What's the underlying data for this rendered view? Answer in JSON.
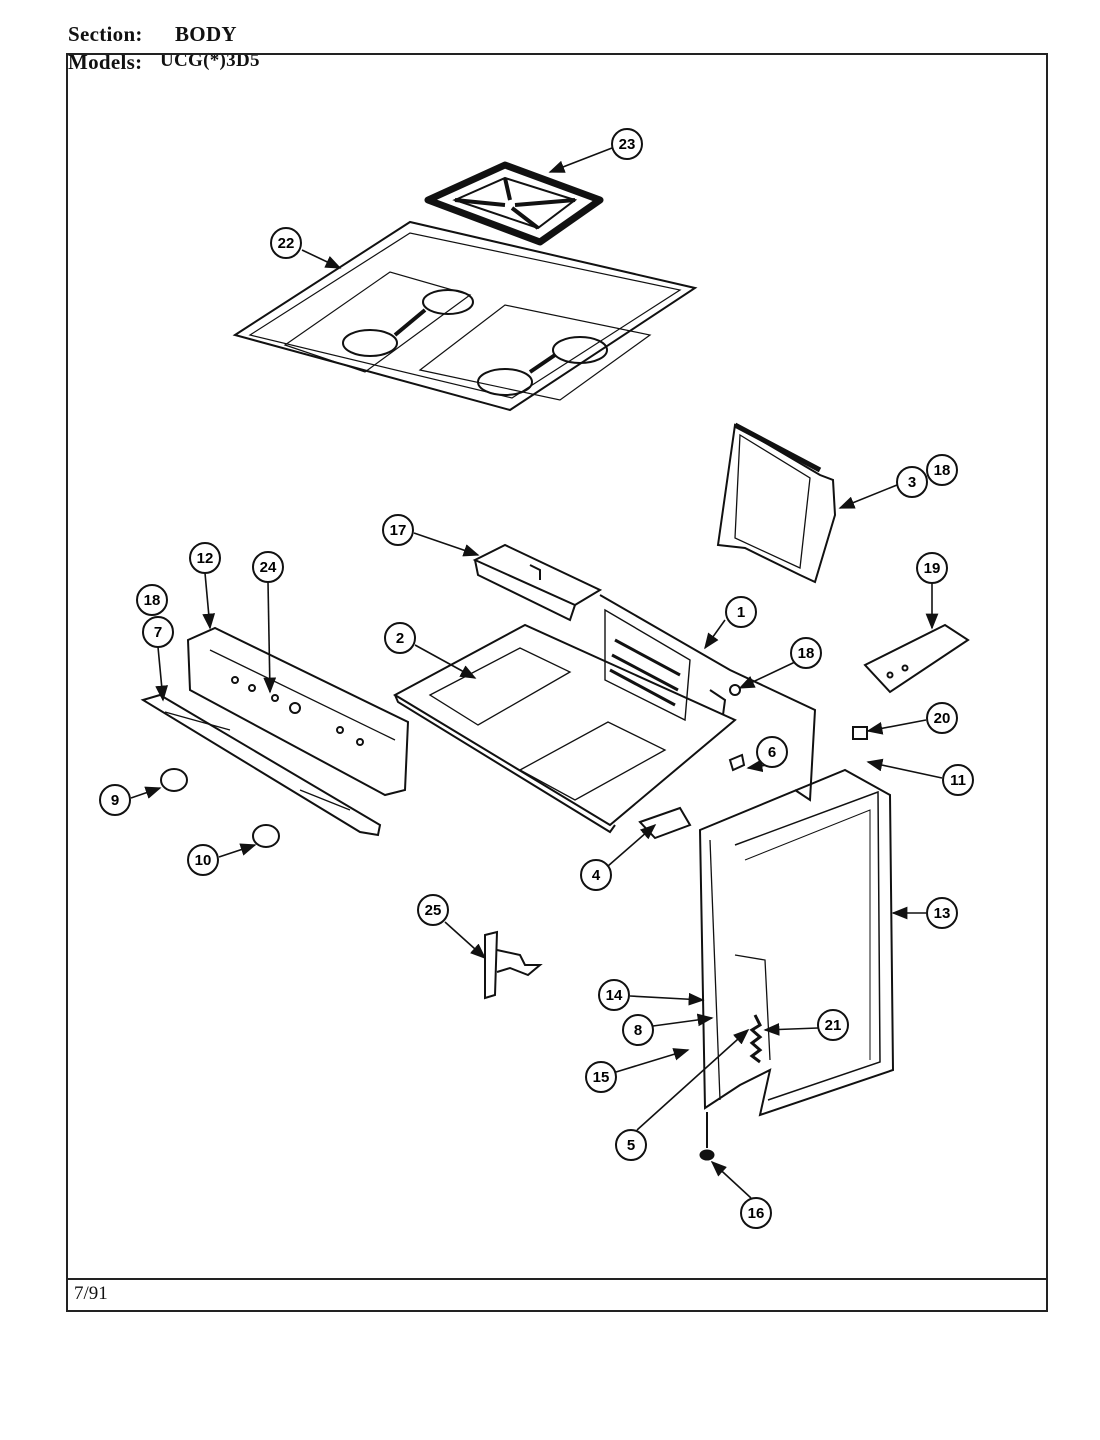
{
  "header": {
    "section_label": "Section:",
    "section_value": "BODY",
    "models_label": "Models:",
    "models_value": "UCG(*)3D5"
  },
  "footer": {
    "date": "7/91"
  },
  "callouts": [
    "1",
    "2",
    "3",
    "4",
    "5",
    "6",
    "7",
    "8",
    "9",
    "10",
    "11",
    "12",
    "13",
    "14",
    "15",
    "16",
    "17",
    "18",
    "19",
    "20",
    "21",
    "22",
    "23",
    "24",
    "25"
  ],
  "colors": {
    "ink": "#111111",
    "paper": "#ffffff"
  }
}
